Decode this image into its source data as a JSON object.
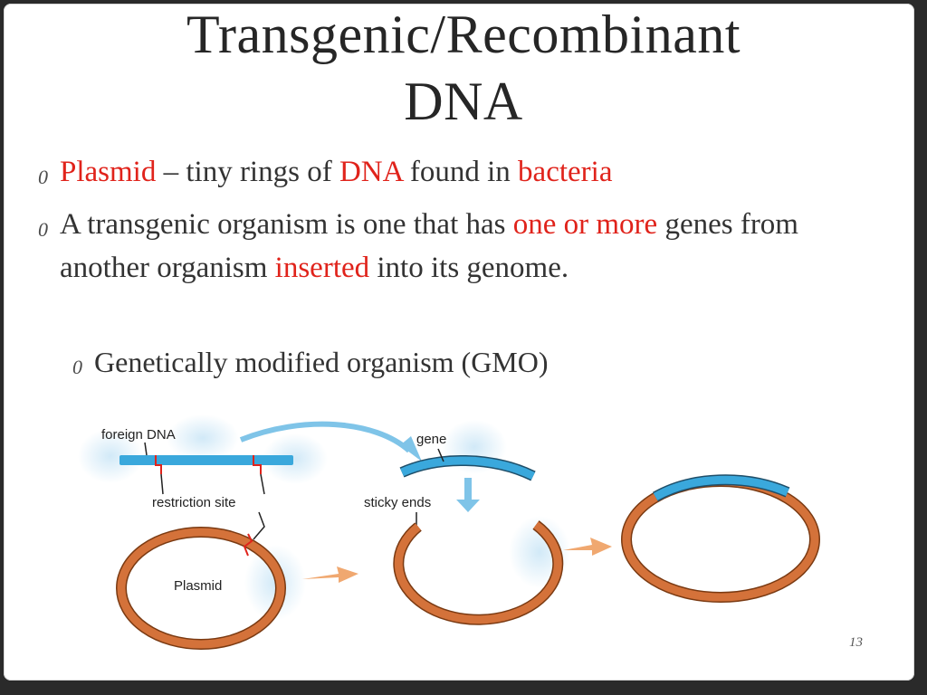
{
  "slide": {
    "title_line1": "Transgenic/Recombinant",
    "title_line2": "DNA",
    "bullet_marker": "0",
    "bullet1": {
      "plasmid": "Plasmid",
      "t1": " – tiny rings of ",
      "dna": "DNA",
      "t2": " found in ",
      "bacteria": "bacteria"
    },
    "bullet2": {
      "t1": "A transgenic organism is one that has ",
      "more": "one or more",
      "t2": " genes from another organism ",
      "inserted": "inserted",
      "t3": " into its genome."
    },
    "bullet3": "Genetically modified organism (GMO)",
    "page_number": "13"
  },
  "diagram": {
    "labels": {
      "foreign_dna": "foreign DNA",
      "restriction_site": "restriction site",
      "plasmid": "Plasmid",
      "gene": "gene",
      "sticky_ends": "sticky ends"
    },
    "colors": {
      "plasmid_ring": "#d4723a",
      "dna_strand": "#3aa8dc",
      "arrow": "#f0a870",
      "curve_arrow": "#7fc4e8",
      "cut_mark": "#e0231b",
      "highlight": "#d6ecf8"
    }
  }
}
